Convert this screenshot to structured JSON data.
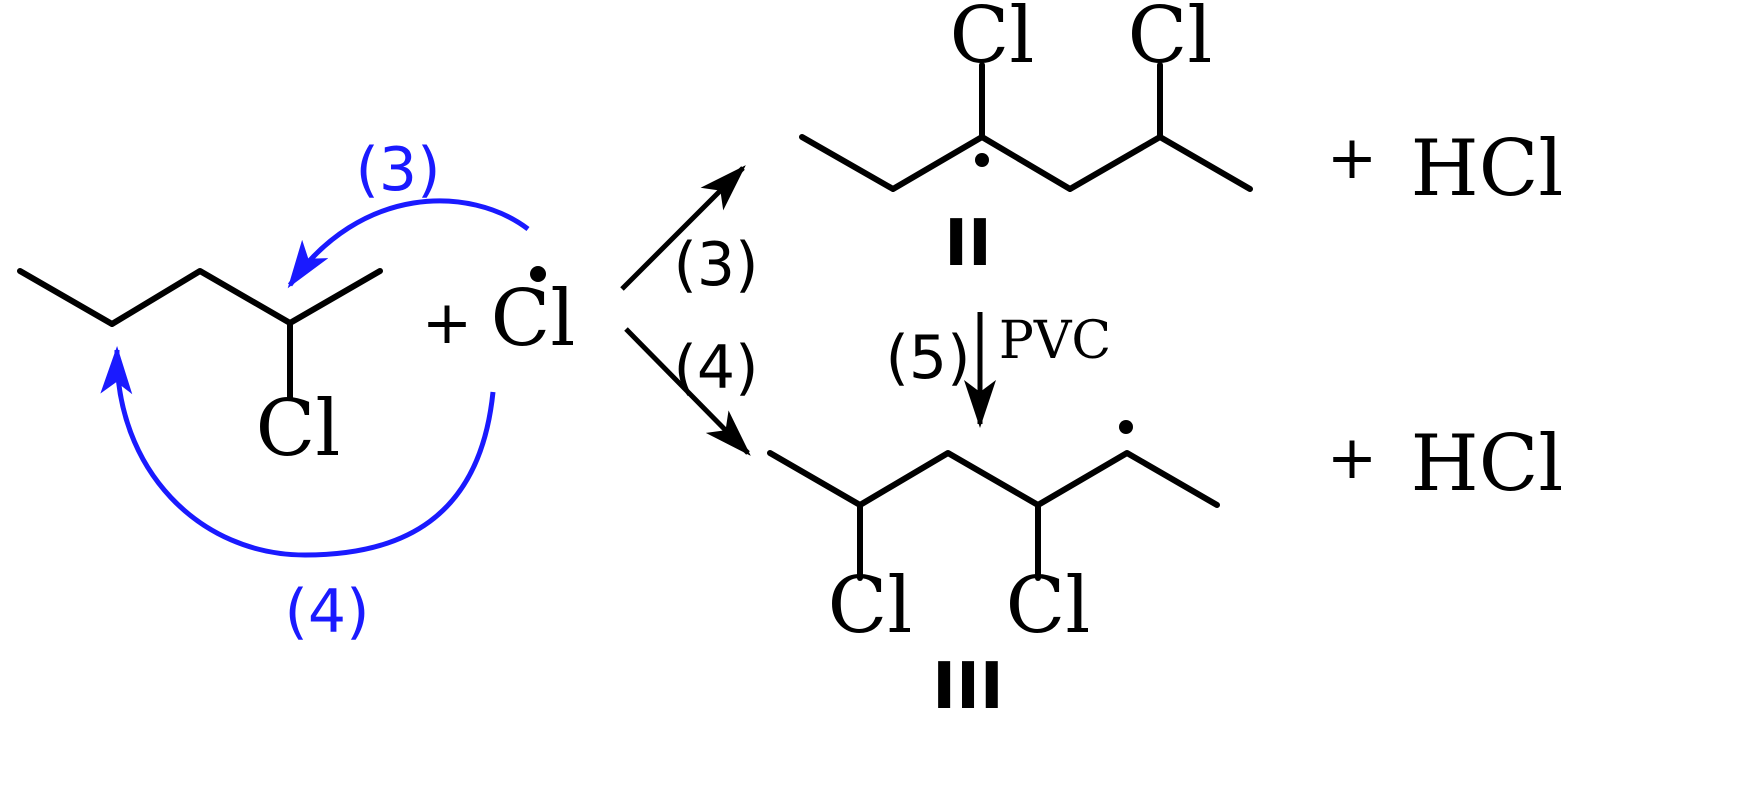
{
  "reactant": {
    "substituent": "Cl"
  },
  "plus_signs": [
    "+",
    "+",
    "+"
  ],
  "radical": {
    "symbol": "Cl"
  },
  "steps": {
    "three": "(3)",
    "four": "(4)",
    "five": "(5)"
  },
  "blue_steps": {
    "three": "(3)",
    "four": "(4)"
  },
  "product_II": {
    "substituent_1": "Cl",
    "substituent_2": "Cl",
    "label": "II",
    "byproduct": "HCl"
  },
  "product_III": {
    "substituent_1": "Cl",
    "substituent_2": "Cl",
    "label": "III",
    "byproduct": "HCl"
  },
  "reagent": "PVC",
  "colors": {
    "ink": "#000000",
    "curved_arrow": "#1a1aff"
  }
}
